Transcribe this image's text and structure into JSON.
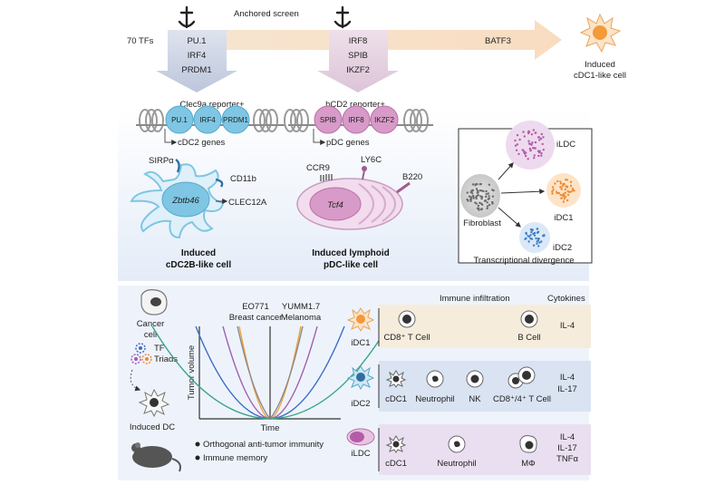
{
  "top": {
    "screen_label": "Anchored screen",
    "tf_count": "70 TFs",
    "left_tfs": [
      "PU.1",
      "IRF4",
      "PRDM1"
    ],
    "mid_tfs": [
      "IRF8",
      "SPIB",
      "IKZF2"
    ],
    "right_tf": "BATF3",
    "induced_cdc1": [
      "Induced",
      "cDC1-like cell"
    ]
  },
  "cdc2": {
    "reporter": "Clec9a reporter+",
    "beads": [
      "PU.1",
      "IRF4",
      "PRDM1"
    ],
    "genes": "cDC2 genes",
    "markers": {
      "sirpa": "SIRPα",
      "cd11b": "CD11b",
      "clec12a": "CLEC12A"
    },
    "nucleus": "Zbtb46",
    "caption": [
      "Induced",
      "cDC2B-like cell"
    ]
  },
  "pdc": {
    "reporter": "hCD2 reporter+",
    "beads": [
      "SPIB",
      "IRF8",
      "IKZF2"
    ],
    "genes": "pDC genes",
    "markers": {
      "ccr9": "CCR9",
      "ly6c": "LY6C",
      "b220": "B220"
    },
    "nucleus": "Tcf4",
    "caption": [
      "Induced lymphoid",
      "pDC-like cell"
    ]
  },
  "divergence": {
    "source": "Fibroblast",
    "targets": [
      "iLDC",
      "iDC1",
      "iDC2"
    ],
    "caption": "Transcriptional divergence",
    "colors": {
      "ildc": "#b45ca8",
      "idc1": "#f08a30",
      "idc2": "#3f7fc4",
      "fibroblast": "#6b6b6b"
    }
  },
  "left_panel": {
    "cancer_cell": [
      "Cancer",
      "cell"
    ],
    "tf_triads": [
      "TF",
      "Triads"
    ],
    "induced_dc": "Induced DC"
  },
  "tumor_chart": {
    "model_left": [
      "EO771",
      "Breast cancer"
    ],
    "model_right": [
      "YUMM1.7",
      "Melanoma"
    ],
    "ylabel": "Tumor volume",
    "xlabel": "Time",
    "series_colors": [
      "#f0a03a",
      "#a05cb0",
      "#3a6fc4",
      "#3aa58a",
      "#8a8a8a"
    ],
    "bullets": [
      "Orthogonal anti-tumor immunity",
      "Immune memory"
    ]
  },
  "infiltration": {
    "header": "Immune infiltration",
    "cytokines_header": "Cytokines",
    "rows": [
      {
        "label": "iDC1",
        "cells": [
          "CD8⁺ T Cell",
          "B Cell"
        ],
        "cytokines": [
          "IL-4"
        ]
      },
      {
        "label": "iDC2",
        "cells": [
          "cDC1",
          "Neutrophil",
          "NK",
          "CD8⁺/4⁺ T Cell"
        ],
        "cytokines": [
          "IL-4",
          "IL-17"
        ]
      },
      {
        "label": "iLDC",
        "cells": [
          "cDC1",
          "Neutrophil",
          "MΦ"
        ],
        "cytokines": [
          "IL-4",
          "IL-17",
          "TNFα"
        ]
      }
    ]
  }
}
